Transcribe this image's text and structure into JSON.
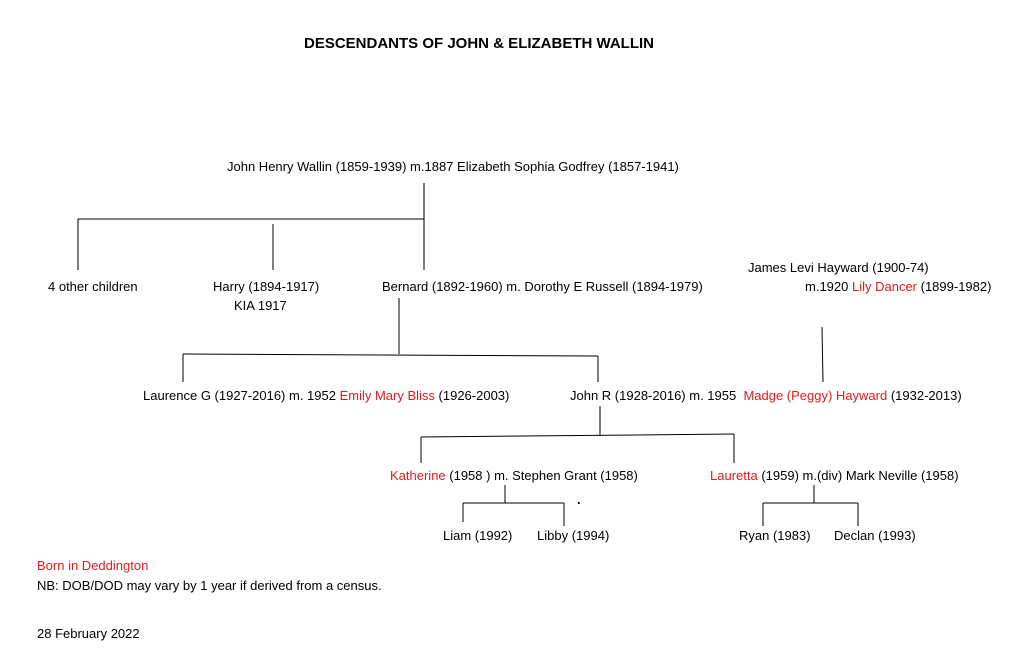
{
  "title": "DESCENDANTS OF JOHN & ELIZABETH WALLIN",
  "colors": {
    "highlight": "#e31b1b",
    "text": "#000000"
  },
  "gen1": {
    "couple": "John Henry Wallin (1859-1939) m.1887 Elizabeth Sophia Godfrey (1857-1941)"
  },
  "gen2": {
    "other_children": "4 other children",
    "harry": {
      "name": "Harry (1894-1917)",
      "note": "KIA 1917"
    },
    "bernard": "Bernard (1892-1960) m. Dorothy E Russell (1894-1979)"
  },
  "hayward": {
    "james": "James Levi Hayward (1900-74)",
    "marriage_prefix": "m.1920 ",
    "lily_name": "Lily Dancer",
    "lily_dates": " (1899-1982)"
  },
  "gen3": {
    "laurence": {
      "prefix": "Laurence G (1927-2016) m. 1952 ",
      "spouse": "Emily Mary Bliss",
      "spouse_dates": " (1926-2003)"
    },
    "john_r": {
      "prefix": "John R (1928-2016) m. 1955  ",
      "spouse": "Madge (Peggy) Hayward",
      "spouse_dates": " (1932-2013)"
    }
  },
  "gen4": {
    "katherine": {
      "name": "Katherine",
      "rest": " (1958 ) m. Stephen Grant (1958)"
    },
    "lauretta": {
      "name": "Lauretta",
      "rest": " (1959) m.(div) Mark Neville (1958)"
    }
  },
  "gen5": {
    "liam": "Liam (1992)",
    "libby": "Libby (1994)",
    "ryan": "Ryan (1983)",
    "declan": "Declan (1993)"
  },
  "stray_dot": ".",
  "legend": {
    "born_in": "Born in Deddington",
    "note": "NB: DOB/DOD may vary by 1 year if derived from a census."
  },
  "date": "28 February 2022"
}
